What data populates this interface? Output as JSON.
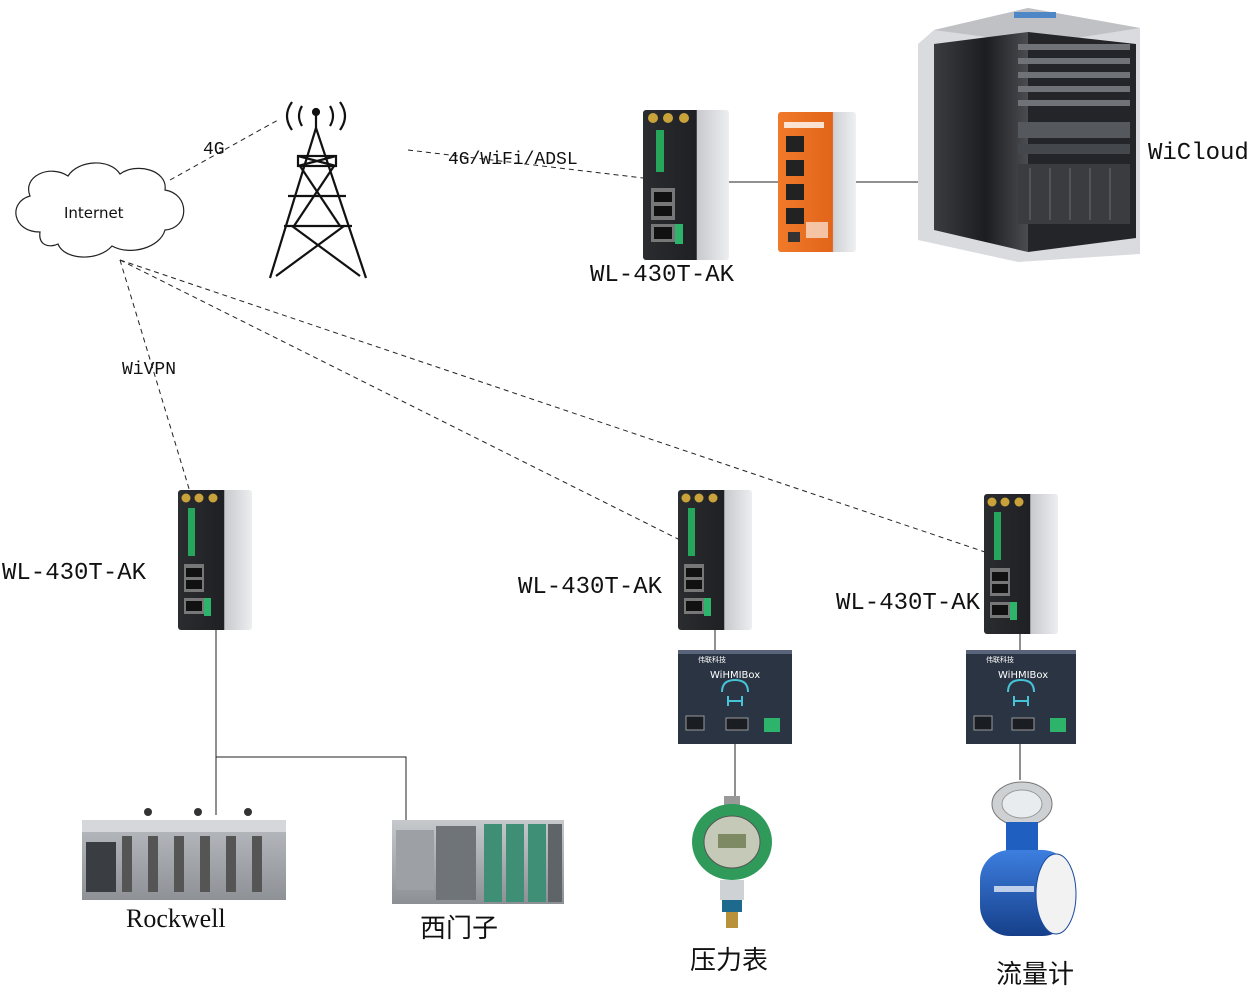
{
  "labels": {
    "internet": "Internet",
    "link_4g": "4G",
    "link_uplink": "4G/WiFi/ADSL",
    "link_wivpn": "WiVPN",
    "cloud": "WiCloud",
    "router_top": "WL-430T-AK",
    "router_left": "WL-430T-AK",
    "router_mid": "WL-430T-AK",
    "router_right": "WL-430T-AK",
    "hmibox_mid": "WiHMIBox",
    "hmibox_right": "WiHMIBox",
    "hmibox_vendor": "伟联科技",
    "device_rockwell": "Rockwell",
    "device_siemens": "西门子",
    "device_pressure": "压力表",
    "device_flow": "流量计"
  },
  "colors": {
    "line": "#222222",
    "router_body": "#d4d6da",
    "router_front": "#1f2124",
    "firewall": "#e86a1c",
    "hmibox": "#2b3442",
    "pressure_green": "#2f9a5a",
    "flow_blue": "#1f5fc0"
  }
}
